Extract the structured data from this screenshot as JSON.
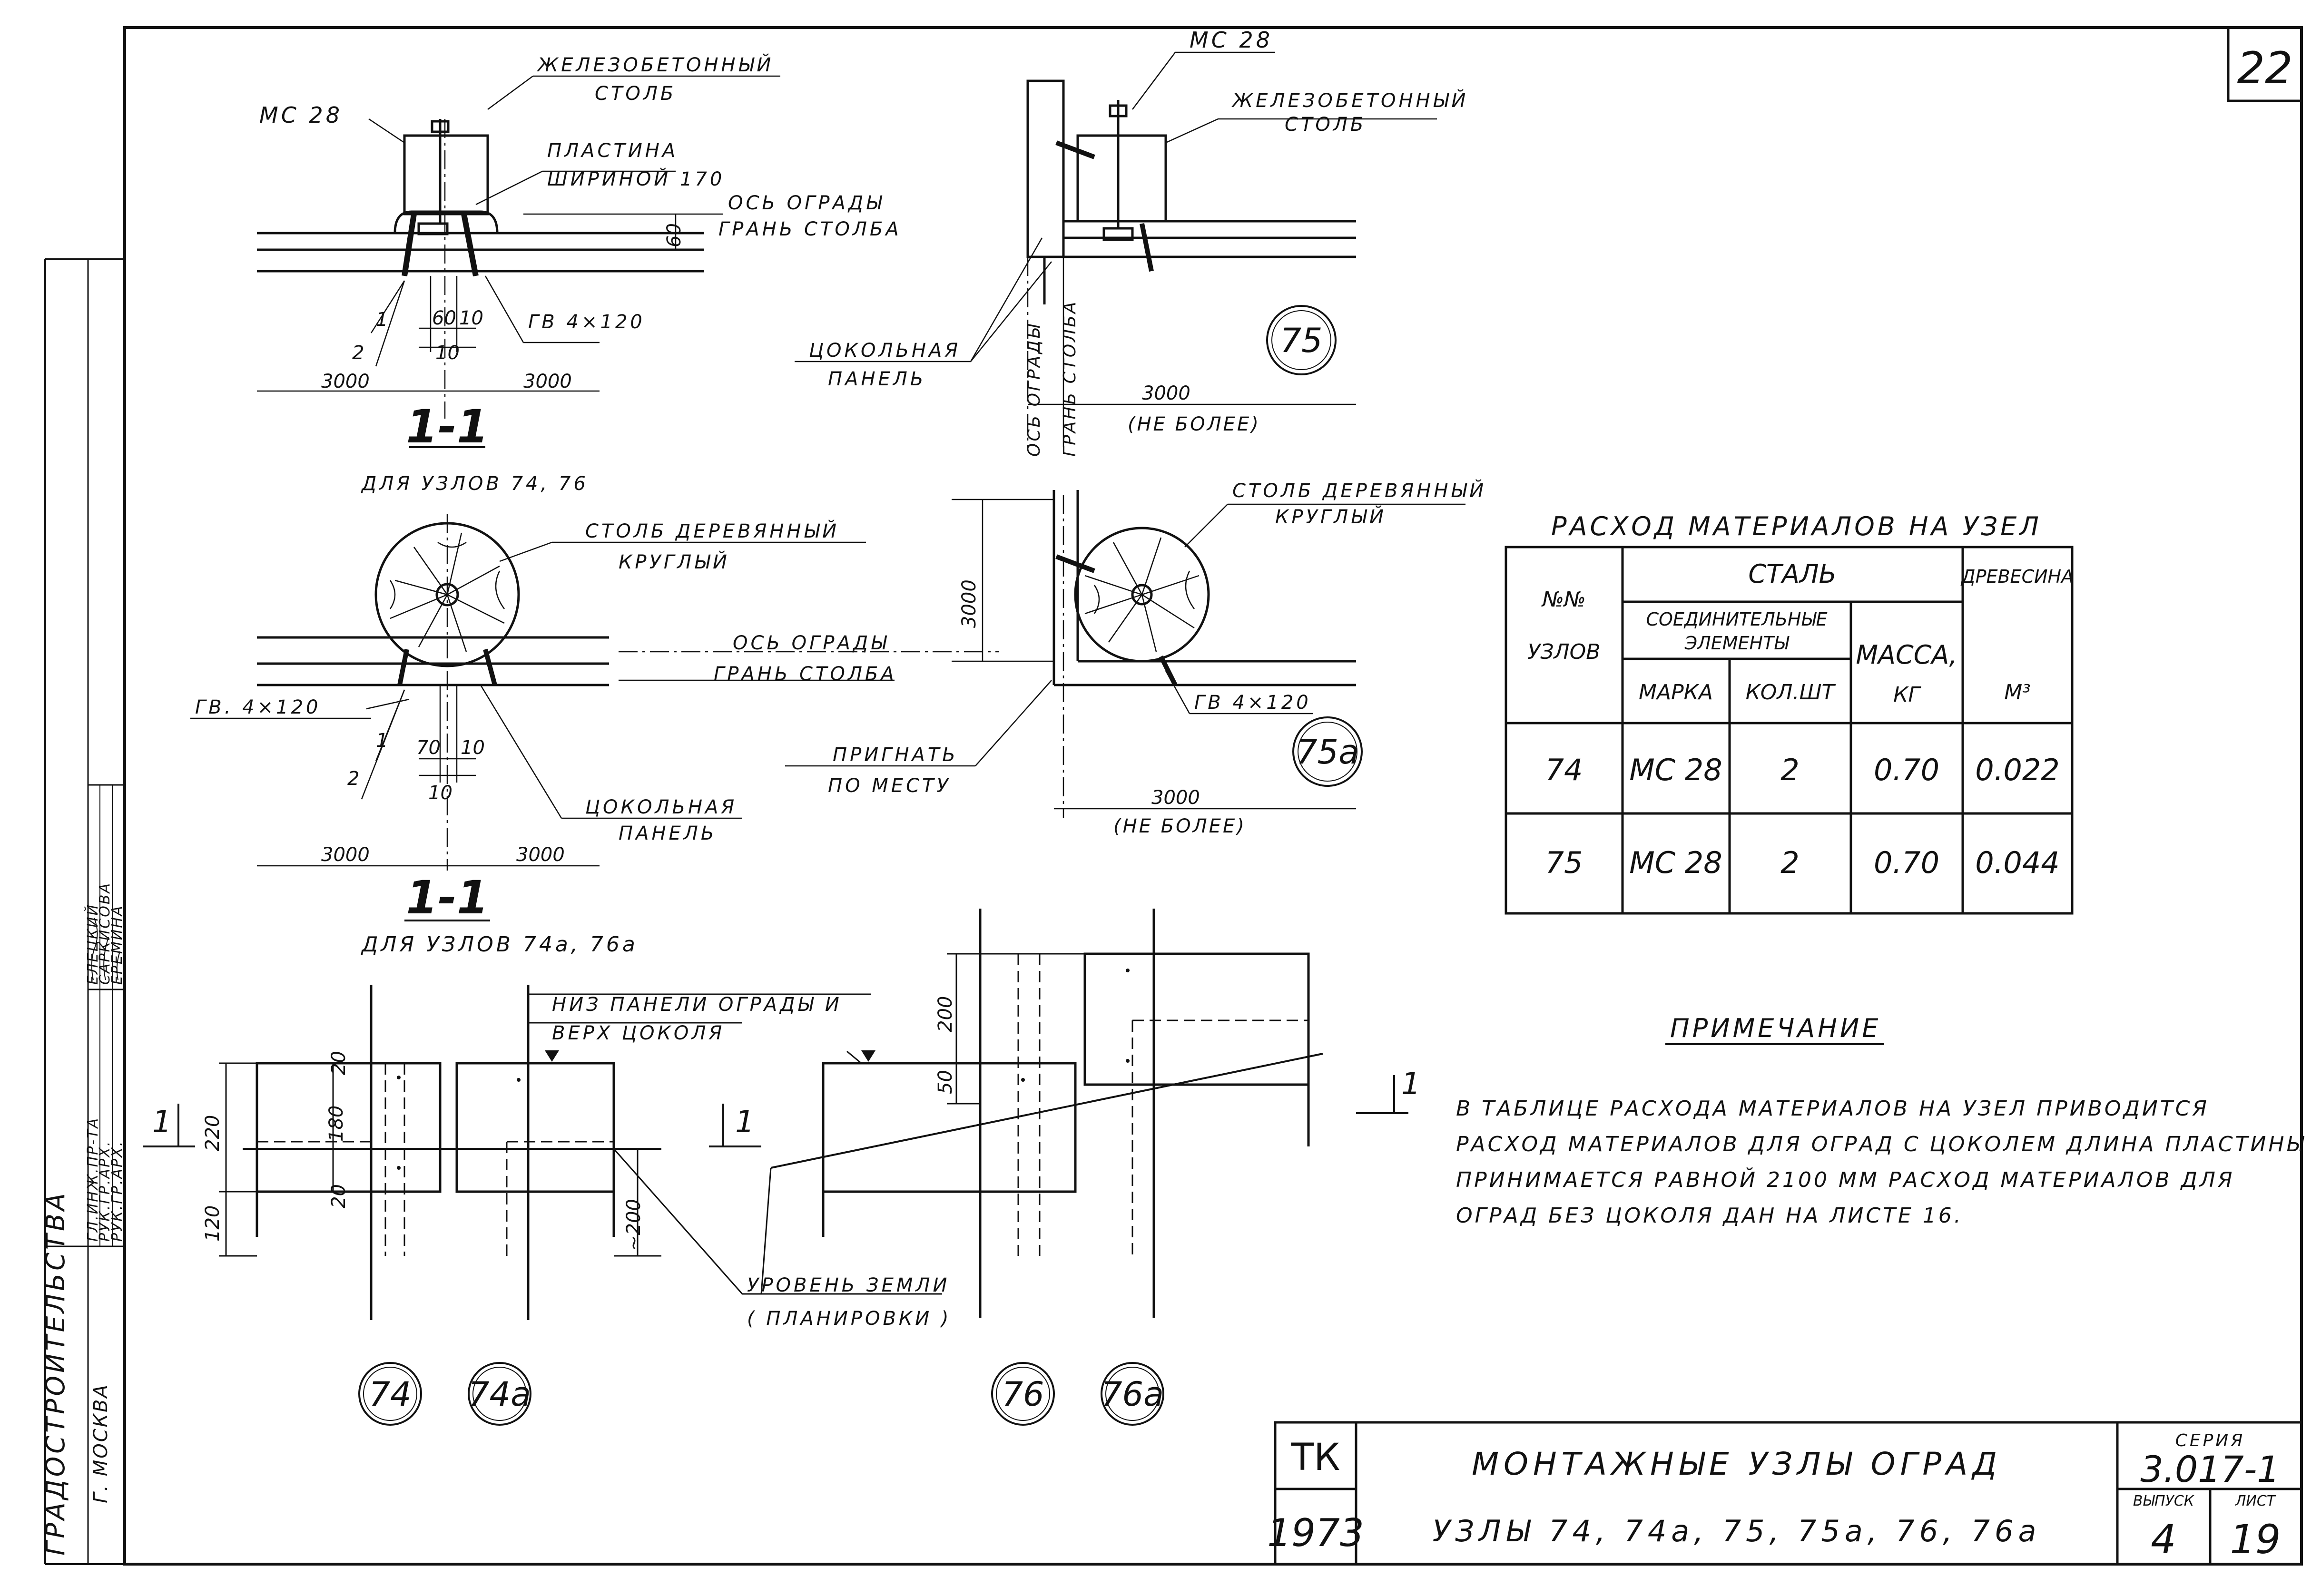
{
  "sheet": {
    "number": "22"
  },
  "upper_left": {
    "labels": {
      "mc": "МС 28",
      "post": [
        "ЖЕЛЕЗОБЕТОННЫЙ",
        "СТОЛБ"
      ],
      "plate": [
        "ПЛАСТИНА",
        "ШИРИНОЙ 170"
      ],
      "axis": "ОСЬ  ОГРАДЫ",
      "face": "ГРАНЬ  СТОЛБА",
      "gv": "ГВ  4×120"
    },
    "dims": {
      "d60v": "60",
      "d60": "60",
      "d10a": "10",
      "d10b": "10",
      "s1": "1",
      "s2": "2",
      "left": "3000",
      "right": "3000"
    },
    "section": "1-1",
    "caption": "ДЛЯ  УЗЛОВ  74, 76"
  },
  "upper_right": {
    "labels": {
      "mc": "МС 28",
      "post": [
        "ЖЕЛЕЗОБЕТОННЫЙ",
        "СТОЛБ"
      ],
      "panel": [
        "ЦОКОЛЬНАЯ",
        "ПАНЕЛЬ"
      ],
      "axis_v": "ОСЬ  ОГРАДЫ",
      "face_v": "ГРАНЬ  СТОЛБА"
    },
    "dims": {
      "len": "3000",
      "note": "(НЕ  БОЛЕЕ)"
    },
    "node": "75"
  },
  "middle_left": {
    "labels": {
      "post": [
        "СТОЛБ  ДЕРЕВЯННЫЙ",
        "КРУГЛЫЙ"
      ],
      "axis": "ОСЬ  ОГРАДЫ",
      "face": "ГРАНЬ  СТОЛБА",
      "gv": "ГВ.  4×120",
      "panel": [
        "ЦОКОЛЬНАЯ",
        "ПАНЕЛЬ"
      ]
    },
    "dims": {
      "d70": "70",
      "d10a": "10",
      "d10b": "10",
      "s1": "1",
      "s2": "2",
      "left": "3000",
      "right": "3000"
    },
    "section": "1-1",
    "caption": "ДЛЯ  УЗЛОВ  74а, 76а"
  },
  "middle_right": {
    "labels": {
      "post": [
        "СТОЛБ  ДЕРЕВЯННЫЙ",
        "КРУГЛЫЙ"
      ],
      "fit": [
        "ПРИГНАТЬ",
        "ПО  МЕСТУ"
      ],
      "gv": "ГВ  4×120"
    },
    "dims": {
      "v3000": "3000",
      "len": "3000",
      "note": "(НЕ  БОЛЕЕ)"
    },
    "node": "75а"
  },
  "table": {
    "title": "РАСХОД  МАТЕРИАЛОВ  НА  УЗЕЛ",
    "headers": {
      "nn": "№№",
      "nodes": "УЗЛОВ",
      "steel": "СТАЛЬ",
      "wood": "ДРЕВЕСИНА",
      "conn": [
        "СОЕДИНИТЕЛЬНЫЕ",
        "ЭЛЕМЕНТЫ"
      ],
      "mark": "МАРКА",
      "qty": "КОЛ.ШТ",
      "mass": [
        "МАССА,",
        "КГ"
      ],
      "unit": "М³"
    },
    "rows": [
      {
        "node": "74",
        "mark": "МС 28",
        "qty": "2",
        "mass": "0.70",
        "wood": "0.022"
      },
      {
        "node": "75",
        "mark": "МС 28",
        "qty": "2",
        "mass": "0.70",
        "wood": "0.044"
      }
    ]
  },
  "elevation": {
    "labels": {
      "panel_bottom": "НИЗ  ПАНЕЛИ  ОГРАДЫ  И",
      "plinth_top": "ВЕРХ  ЦОКОЛЯ",
      "ground": [
        "УРОВЕНЬ  ЗЕМЛИ",
        "( ПЛАНИРОВКИ )"
      ],
      "cut1": "1",
      "cut2": "1",
      "cut3": "1"
    },
    "dims": {
      "d220": "220",
      "d180": "180",
      "d20a": "20",
      "d20b": "20",
      "d120": "120",
      "d200v": "~200",
      "d50": "50",
      "d200": "200"
    },
    "nodes": [
      "74",
      "74а",
      "76",
      "76а"
    ]
  },
  "note": {
    "heading": "ПРИМЕЧАНИЕ",
    "lines": [
      "В ТАБЛИЦЕ  РАСХОДА  МАТЕРИАЛОВ  НА  УЗЕЛ   ПРИВОДИТСЯ",
      "РАСХОД  МАТЕРИАЛОВ  ДЛЯ  ОГРАД  С  ЦОКОЛЕМ  ДЛИНА  ПЛАСТИНЫ",
      "ПРИНИМАЕТСЯ  РАВНОЙ  2100 ММ   РАСХОД  МАТЕРИАЛОВ  ДЛЯ",
      "ОГРАД  БЕЗ  ЦОКОЛЯ  ДАН  НА  ЛИСТЕ  16."
    ]
  },
  "stamp": {
    "org": "ГРАДОСТРОИТЕЛЬСТВА",
    "city": "Г. МОСКВА",
    "roles": [
      "ГЛ.ИНЖ.ПР-ТА",
      "РУК.ГР.АРХ.",
      "РУК.ГР.АРХ."
    ],
    "names": [
      "ЕЛЕЦКИЙ",
      "САРКИСОВА",
      "ЕРЕМИНА"
    ]
  },
  "title_block": {
    "tk": "ТК",
    "year": "1973",
    "title": "МОНТАЖНЫЕ  УЗЛЫ  ОГРАД",
    "subtitle": "УЗЛЫ  74, 74а, 75, 75а, 76, 76а",
    "series_label": "СЕРИЯ",
    "series": "3.017-1",
    "issue_label": "ВЫПУСК",
    "issue": "4",
    "sheet_label": "ЛИСТ",
    "sheet": "19"
  }
}
